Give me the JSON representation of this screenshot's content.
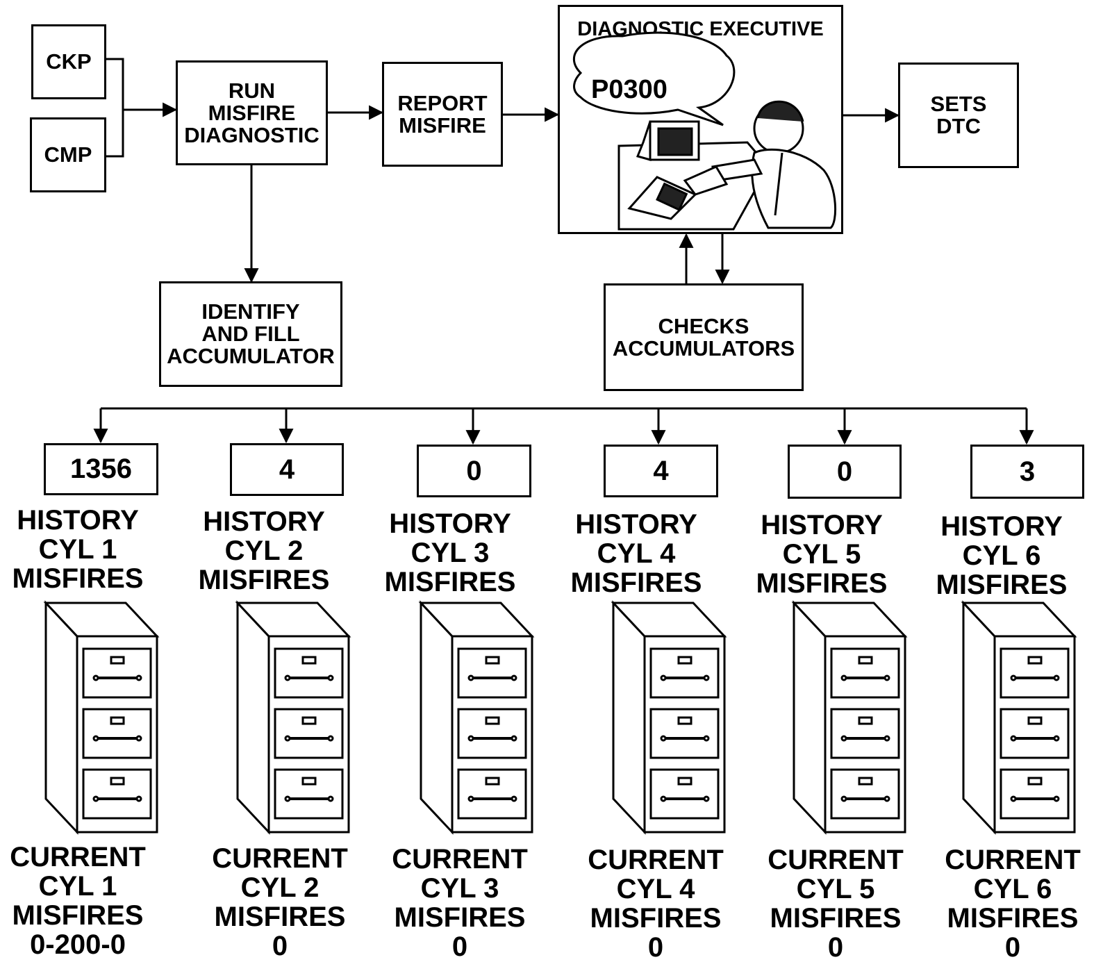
{
  "sensors": {
    "ckp": "CKP",
    "cmp": "CMP"
  },
  "run_misfire": [
    "RUN",
    "MISFIRE",
    "DIAGNOSTIC"
  ],
  "report_misfire": [
    "REPORT",
    "MISFIRE"
  ],
  "executive": {
    "title": "DIAGNOSTIC EXECUTIVE",
    "bubble": "P0300"
  },
  "sets_dtc": [
    "SETS",
    "DTC"
  ],
  "identify": [
    "IDENTIFY",
    "AND FILL",
    "ACCUMULATOR"
  ],
  "checks": [
    "CHECKS",
    "ACCUMULATORS"
  ],
  "cylinders": [
    {
      "count": "1356",
      "history": [
        "HISTORY",
        "CYL 1",
        "MISFIRES"
      ],
      "current": [
        "CURRENT",
        "CYL 1",
        "MISFIRES",
        "0-200-0"
      ]
    },
    {
      "count": "4",
      "history": [
        "HISTORY",
        "CYL 2",
        "MISFIRES"
      ],
      "current": [
        "CURRENT",
        "CYL 2",
        "MISFIRES",
        "0"
      ]
    },
    {
      "count": "0",
      "history": [
        "HISTORY",
        "CYL 3",
        "MISFIRES"
      ],
      "current": [
        "CURRENT",
        "CYL 3",
        "MISFIRES",
        "0"
      ]
    },
    {
      "count": "4",
      "history": [
        "HISTORY",
        "CYL 4",
        "MISFIRES"
      ],
      "current": [
        "CURRENT",
        "CYL 4",
        "MISFIRES",
        "0"
      ]
    },
    {
      "count": "0",
      "history": [
        "HISTORY",
        "CYL 5",
        "MISFIRES"
      ],
      "current": [
        "CURRENT",
        "CYL 5",
        "MISFIRES",
        "0"
      ]
    },
    {
      "count": "3",
      "history": [
        "HISTORY",
        "CYL 6",
        "MISFIRES"
      ],
      "current": [
        "CURRENT",
        "CYL 6",
        "MISFIRES",
        "0"
      ]
    }
  ]
}
